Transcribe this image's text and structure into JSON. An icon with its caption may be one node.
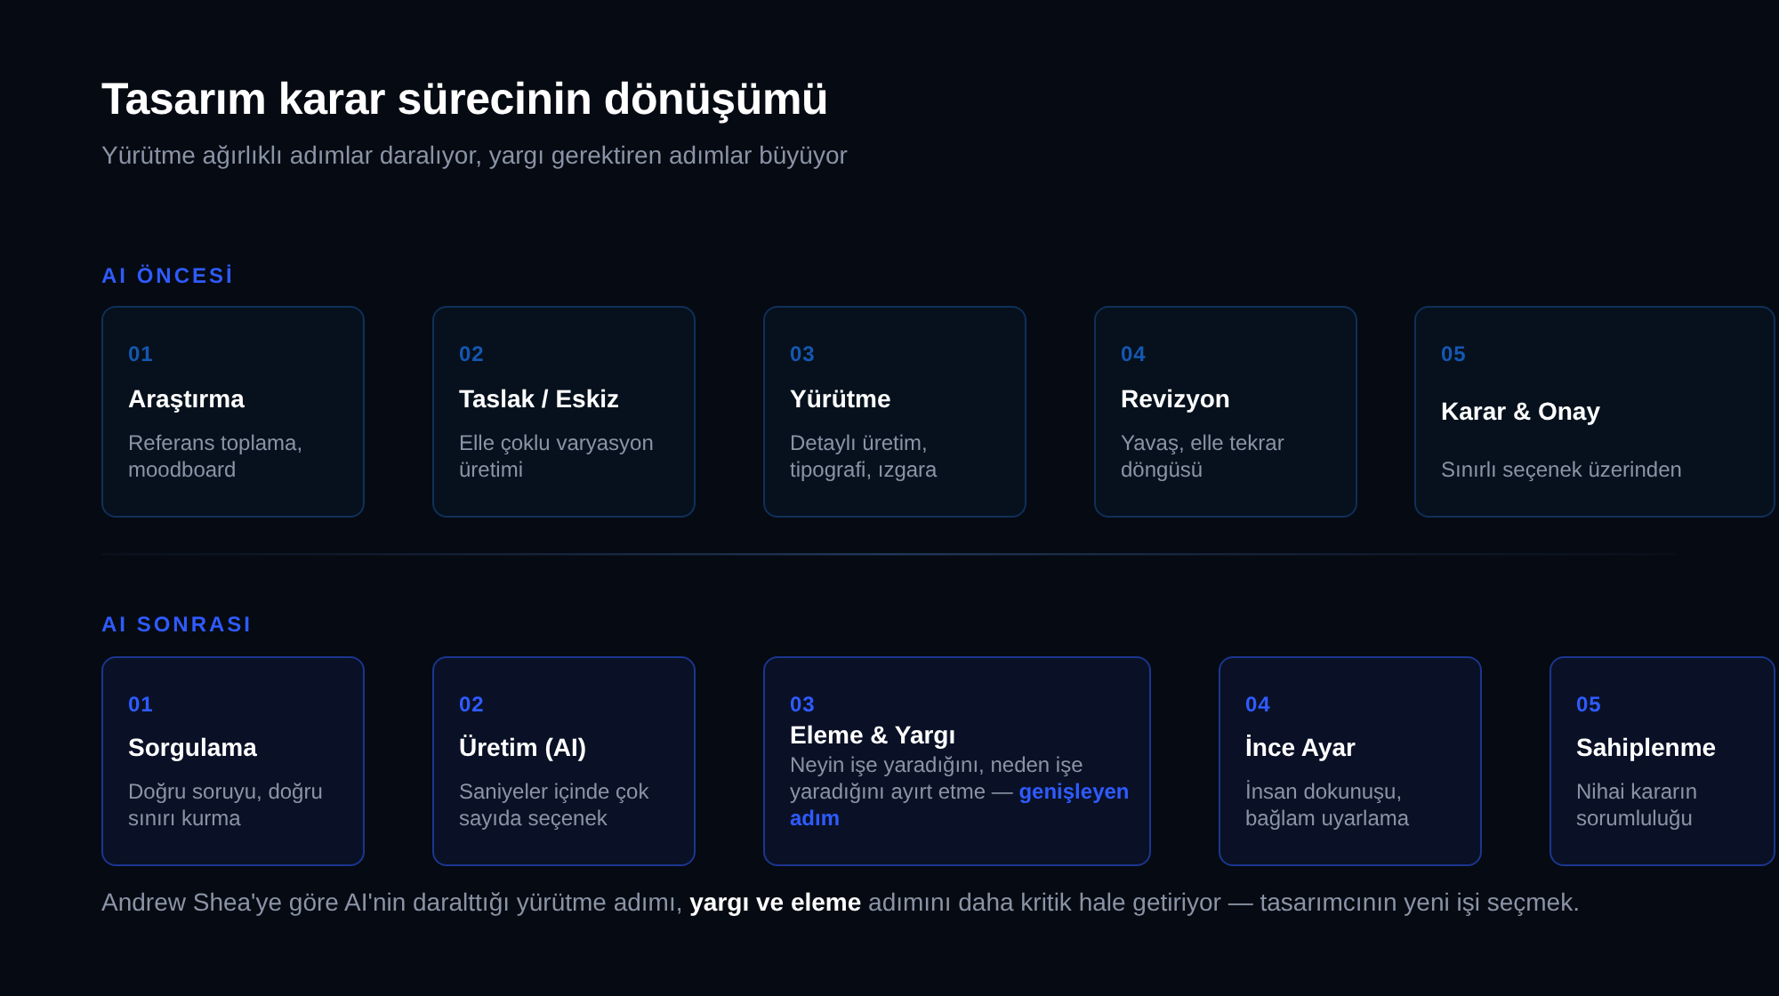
{
  "diagram": {
    "title": "Tasarım karar sürecinin dönüşümü",
    "nodes": [
      {
        "text": [
          "01",
          "Araştırma",
          "Referans toplama, moodboard"
        ]
      },
      {
        "text": [
          "02",
          "Taslak / Eskiz",
          "Elle çoklu varyasyon üretimi"
        ]
      },
      {
        "text": [
          "03",
          "Yürütme",
          "Detaylı üretim, tipografi, ızgara"
        ]
      },
      {
        "text": [
          "04",
          "Revizyon",
          "Yavaş, elle tekrar döngüsü"
        ]
      },
      {
        "text": [
          "05",
          "Karar & Onay",
          "Sınırlı seçenek üzerinden"
        ]
      },
      {
        "text": [
          "01",
          "Sorgulama",
          "Doğru soruyu, doğru sınırı kurma"
        ]
      },
      {
        "text": [
          "02",
          "Üretim (AI)",
          "Saniyeler içinde çok sayıda seçenek"
        ]
      },
      {
        "text": [
          "03",
          "Eleme & Yargı",
          "Neyin işe yaradığını, neden işe yaradığını ayırt etme — **genişleyen adım**"
        ]
      },
      {
        "text": [
          "04",
          "İnce Ayar",
          "İnsan dokunuşu, bağlam uyarlama"
        ]
      },
      {
        "text": [
          "05",
          "Sahiplenme",
          "Nihai kararın sorumluluğu"
        ]
      }
    ],
    "labels": [
      "Yürütme ağırlıklı adımlar daralıyor, yargı gerektiren adımlar büyüyor",
      "AI ÖNCESİ",
      "AI SONRASI"
    ],
    "caption": "Andrew Shea'ye göre AI'nin daralttığı yürütme adımı, **yargı ve eleme** adımını daha kritik hale getiriyor — tasarımcının yeni işi seçmek."
  }
}
